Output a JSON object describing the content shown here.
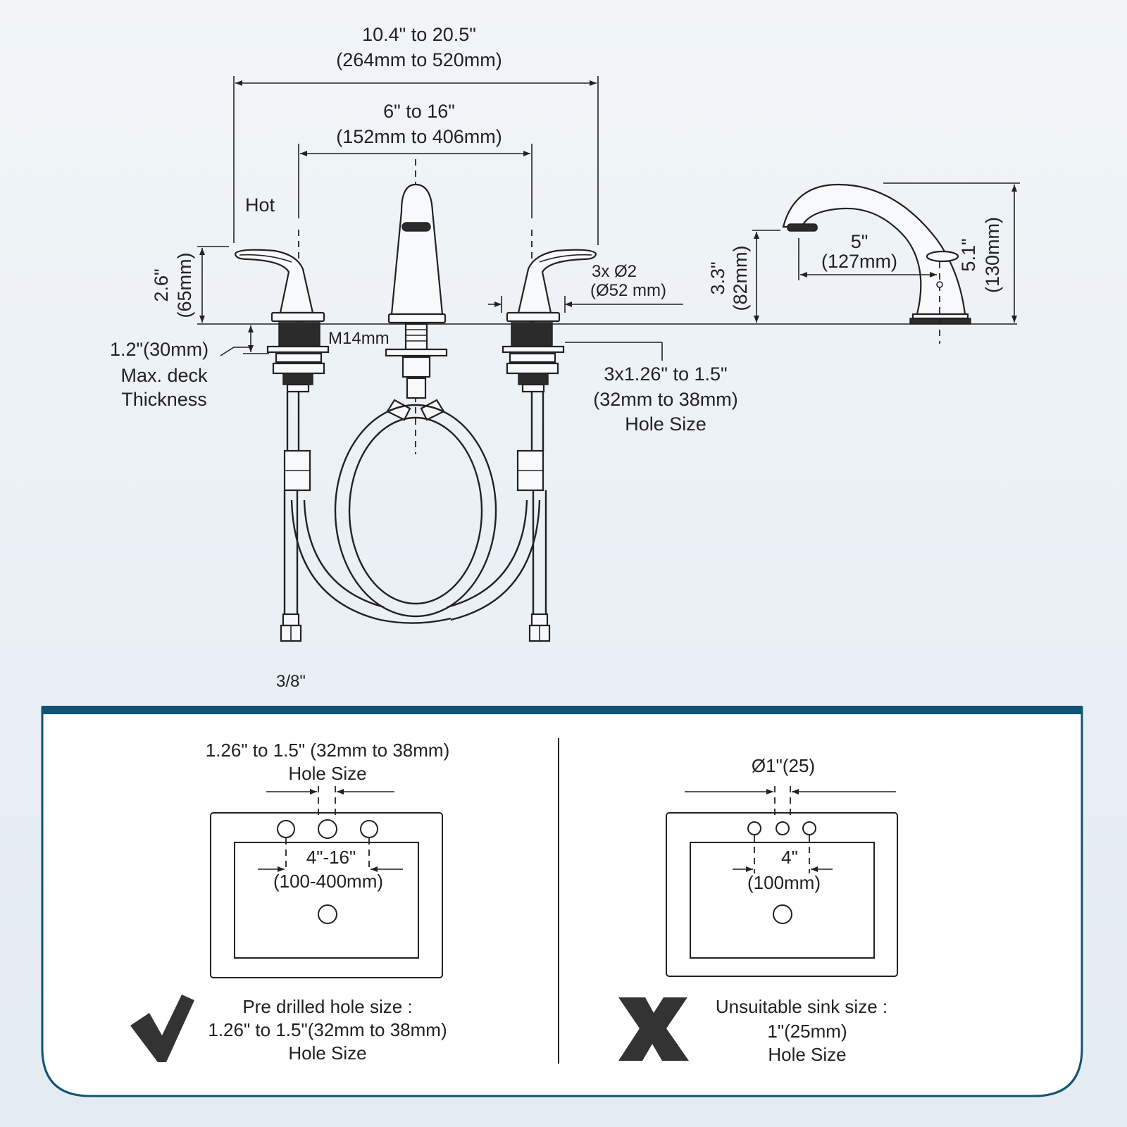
{
  "top": {
    "overall_width_in": "10.4\" to 20.5\"",
    "overall_width_mm": "(264mm to 520mm)",
    "spread_in": "6\" to 16\"",
    "spread_mm": "(152mm to 406mm)",
    "hot_label": "Hot",
    "handle_height_in": "2.6\"",
    "handle_height_mm": "(65mm)",
    "deck_thickness_value": "1.2\"(30mm)",
    "deck_thickness_label_1": "Max. deck",
    "deck_thickness_label_2": "Thickness",
    "thread_label": "M14mm",
    "escutcheon_line1": "3x Ø2",
    "escutcheon_line2": "(Ø52 mm)",
    "hole_size_line1": "3x1.26\" to 1.5\"",
    "hole_size_line2": "(32mm to 38mm)",
    "hole_size_line3": "Hole Size",
    "supply_size": "3/8\"",
    "spout_height_in": "3.3\"",
    "spout_height_mm": "(82mm)",
    "reach_in": "5\"",
    "reach_mm": "(127mm)",
    "total_height_in": "5.1\"",
    "total_height_mm": "(130mm)"
  },
  "bottom": {
    "left": {
      "hole_size_line1": "1.26\" to 1.5\" (32mm to 38mm)",
      "hole_size_line2": "Hole Size",
      "spread_line1": "4\"-16\"",
      "spread_line2": "(100-400mm)",
      "caption_line1": "Pre drilled hole size :",
      "caption_line2": "1.26\" to 1.5\"(32mm to 38mm)",
      "caption_line3": "Hole Size",
      "mark_icon": "checkmark-icon"
    },
    "right": {
      "hole_size_line1": "Ø1\"(25)",
      "spread_line1": "4\"",
      "spread_line2": "(100mm)",
      "caption_line1": "Unsuitable sink size :",
      "caption_line2": "1\"(25mm)",
      "caption_line3": "Hole Size",
      "mark_icon": "cross-icon"
    }
  },
  "colors": {
    "panel_border": "#0f5473",
    "ink": "#222222",
    "background": "#eef3f7"
  }
}
